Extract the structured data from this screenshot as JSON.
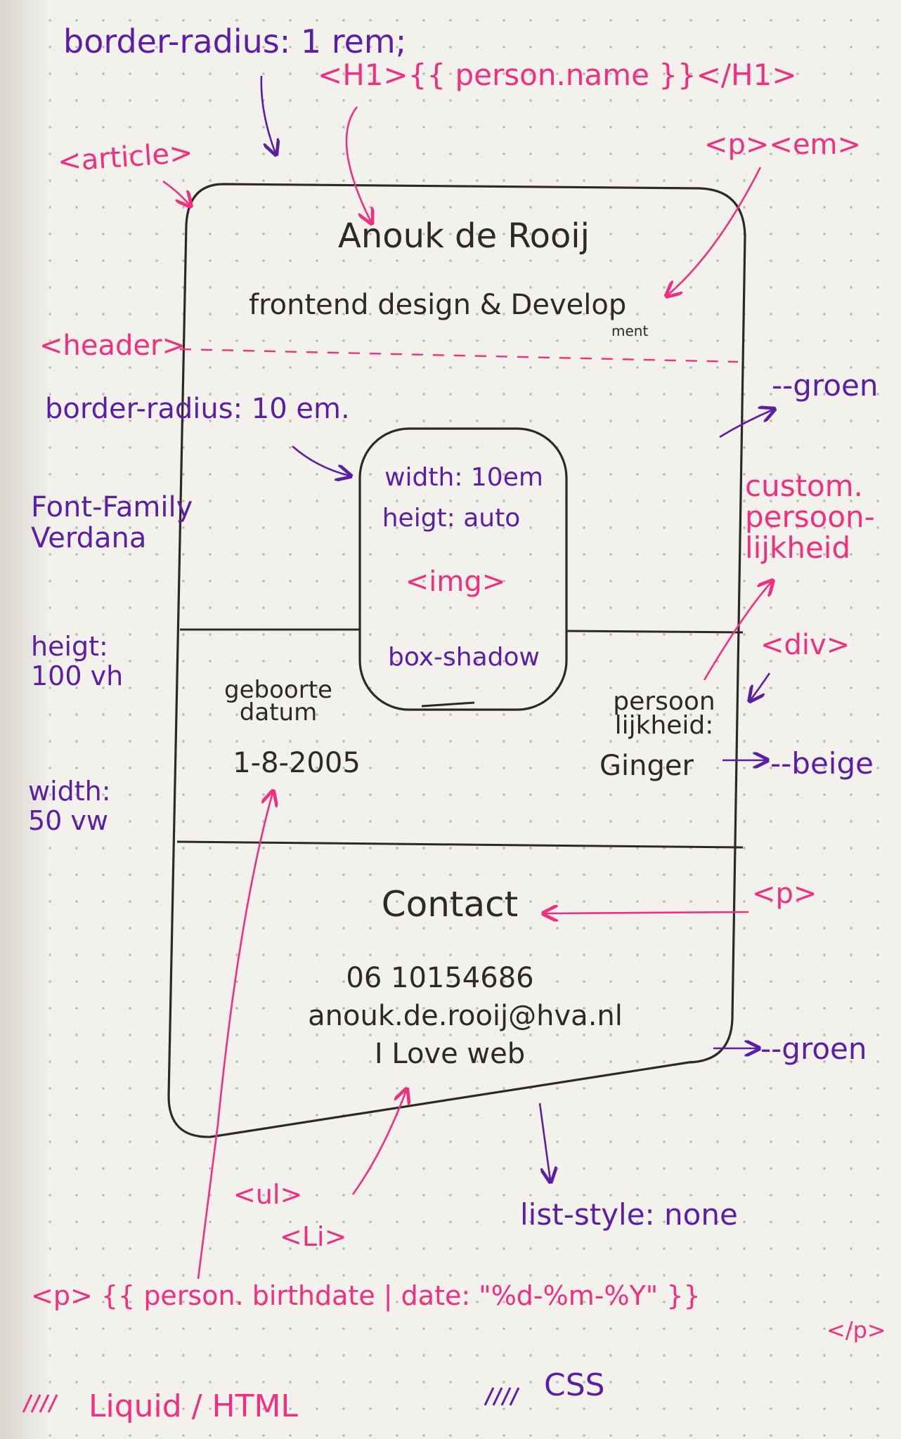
{
  "colors": {
    "purple": "#5b1fa3",
    "pink": "#f0307f",
    "ink": "#2e2929"
  },
  "annotations": {
    "border_radius_1rem": "border-radius: 1 rem;",
    "h1_tag": "<H1>{{ person.name }}</H1>",
    "article_tag": "<article>",
    "p_em_tag": "<p><em>",
    "header_tag": "<header>",
    "border_radius_10em": "border-radius: 10 em.",
    "groen_1": "--groen",
    "font_family": "Font-Family\nVerdana",
    "custom_persoonlijkheid": "custom.\npersoon-\nlijkheid",
    "div_tag": "<div>",
    "heigt_100vh": "heigt:\n100 vh",
    "width_50vw": "width:\n50 vw",
    "beige": "--beige",
    "p_tag": "<p>",
    "groen_2": "--groen",
    "ul_tag": "<ul>",
    "li_tag": "<Li>",
    "list_style": "list-style: none",
    "birthdate_liquid": "<p> {{ person. birthdate | date: \"%d-%m-%Y\" }}",
    "birthdate_close": "</p>"
  },
  "card": {
    "name": "Anouk de Rooij",
    "subtitle": "frontend design & Develop",
    "subtitle_suffix": "ment",
    "img_box": {
      "width": "width: 10em",
      "height": "heigt: auto",
      "tag": "<img>",
      "shadow": "box-shadow"
    },
    "birth_label": "geboorte\ndatum",
    "birth_value": "1-8-2005",
    "personality_label": "persoon\nlijkheid:",
    "personality_value": "Ginger",
    "contact_title": "Contact",
    "contact_items": [
      "06 10154686",
      "anouk.de.rooij@hva.nl",
      "I Love web"
    ]
  },
  "legend": {
    "liquid_html": "Liquid / HTML",
    "css": "CSS"
  }
}
